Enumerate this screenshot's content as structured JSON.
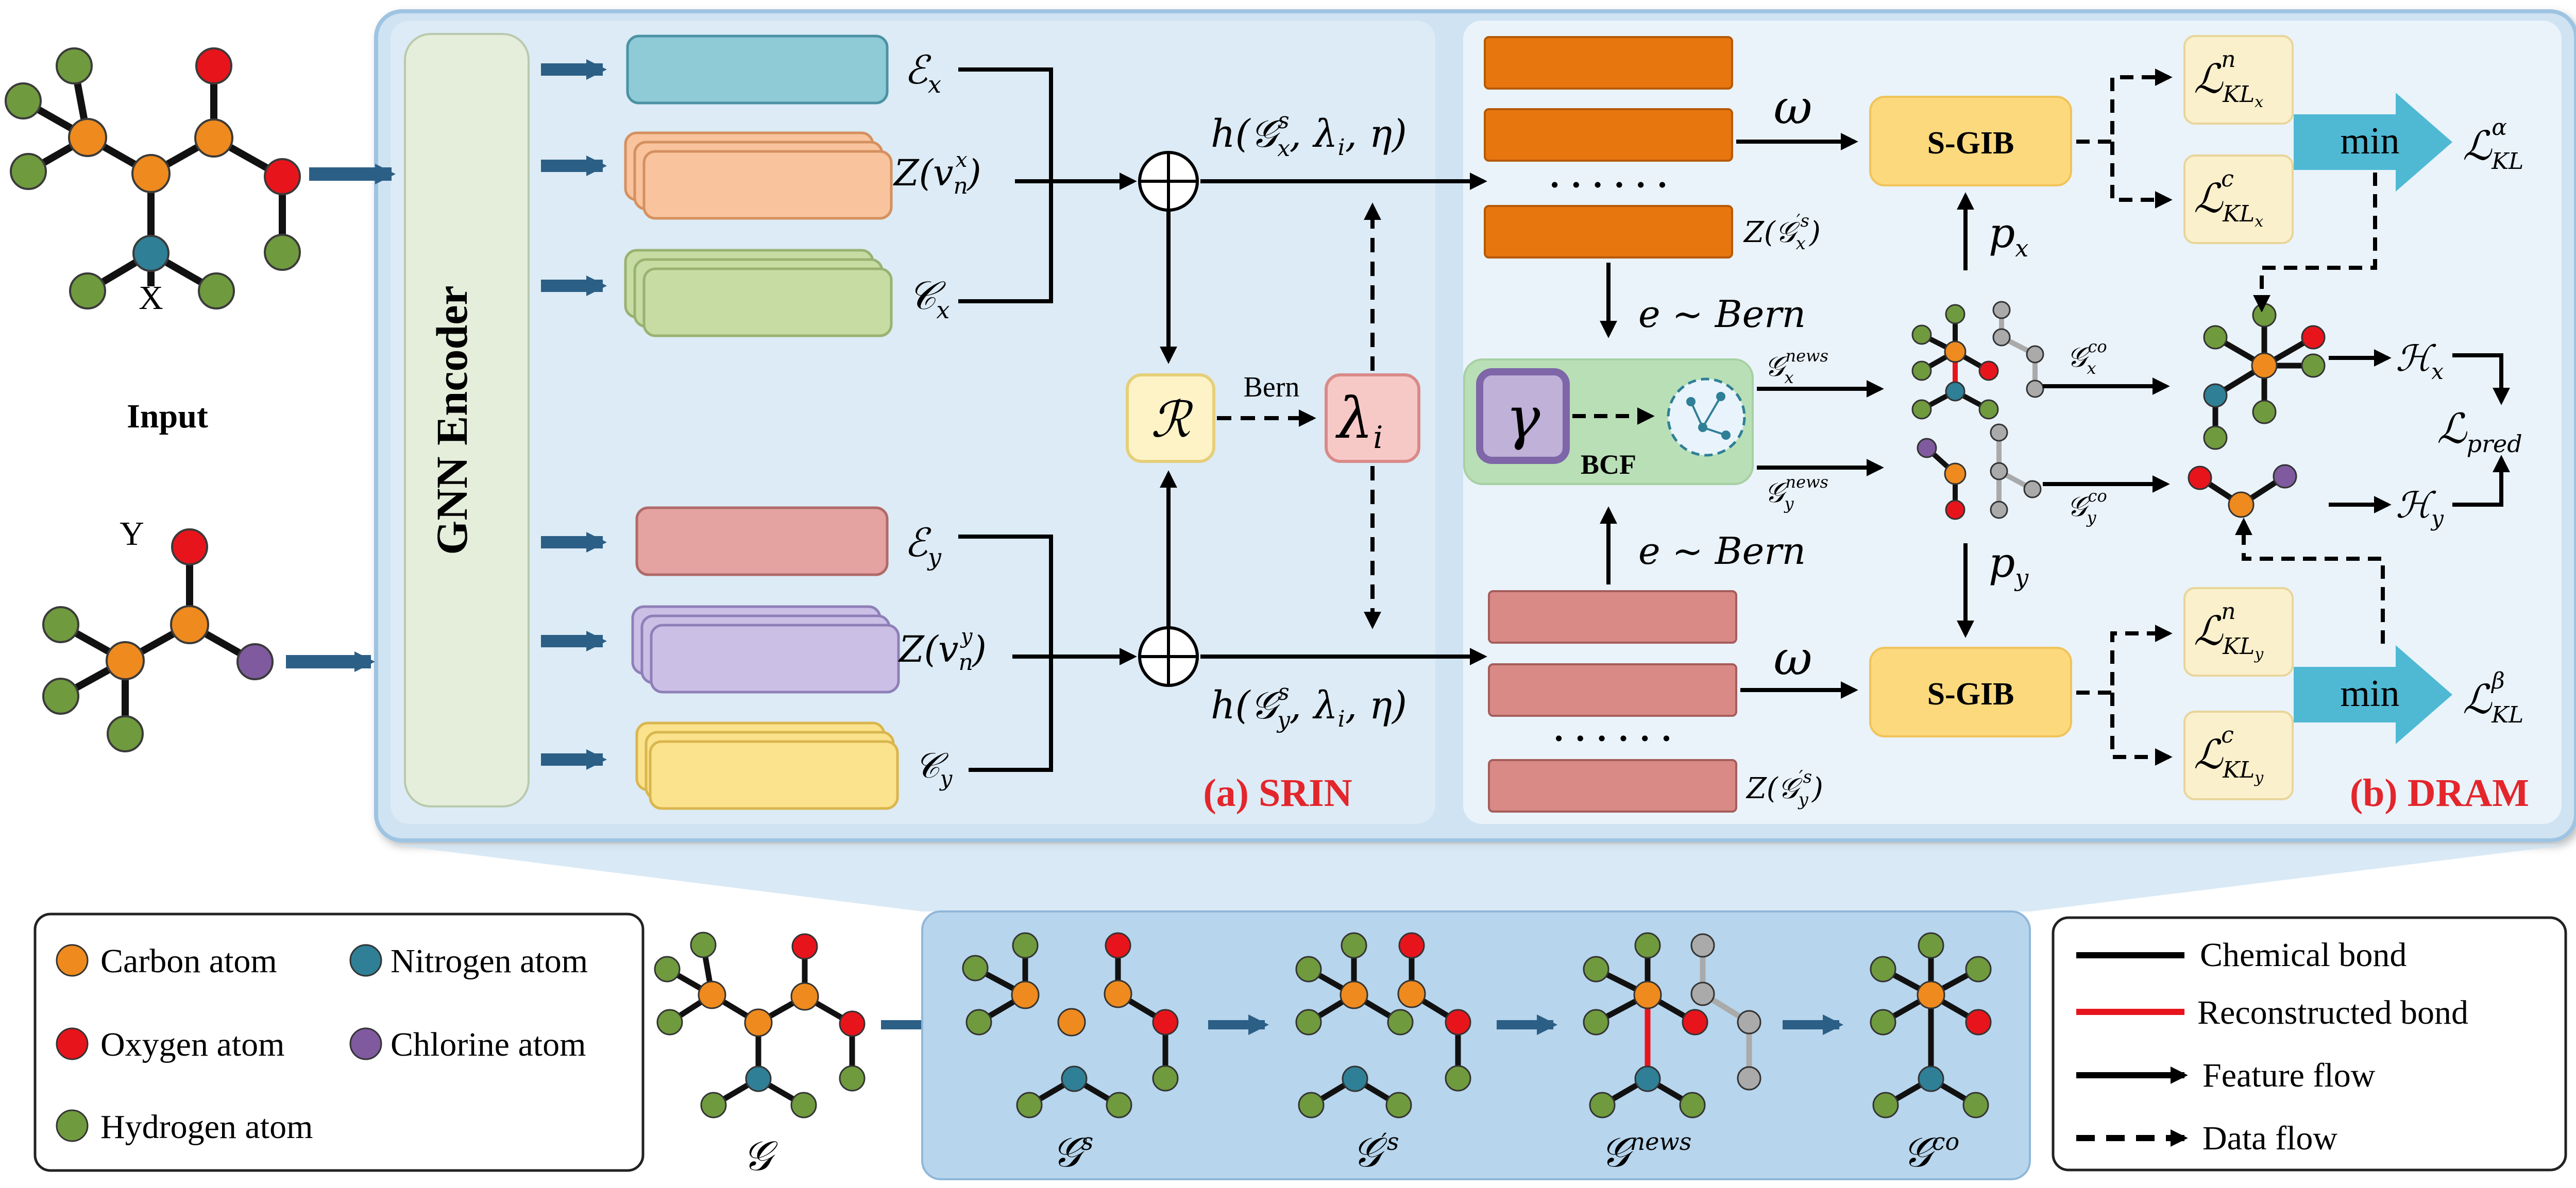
{
  "input": {
    "label": "Input",
    "mol_x_label": "X",
    "mol_y_label": "Y"
  },
  "gnn_encoder_label": "GNN Encoder",
  "srin": {
    "title": "(a) SRIN",
    "ex_label": "ℰ",
    "ex_sub": "x",
    "zx_label": "Z(v",
    "zx_sup": "x",
    "zx_sub": "n",
    "zx_close": ")",
    "cx_label": "𝒞",
    "cx_sub": "x",
    "ey_label": "ℰ",
    "ey_sub": "y",
    "zy_label": "Z(v",
    "zy_sup": "y",
    "zy_sub": "n",
    "zy_close": ")",
    "cy_label": "𝒞",
    "cy_sub": "y",
    "h_top": "h(𝒢",
    "h_top_sup": "s",
    "h_top_sub": "x",
    "h_top_rest": ", λ",
    "h_top_i": "i",
    "h_top_end": ", η)",
    "h_bot": "h(𝒢",
    "h_bot_sup": "s",
    "h_bot_sub": "y",
    "h_bot_rest": ", λ",
    "h_bot_i": "i",
    "h_bot_end": ", η)",
    "r_symbol": "ℛ",
    "bern_label": "Bern",
    "lambda_symbol": "λ",
    "lambda_sub": "i"
  },
  "dram": {
    "title": "(b) DRAM",
    "dots": "· · · · · ·",
    "zgx": "Z(𝒢",
    "zgx_sup": "′s",
    "zgx_sub": "x",
    "zgx_close": ")",
    "zgy": "Z(𝒢",
    "zgy_sup": "′s",
    "zgy_sub": "y",
    "zgy_close": ")",
    "omega": "ω",
    "sgib": "S-GIB",
    "px": "p",
    "px_sub": "x",
    "py": "p",
    "py_sub": "y",
    "e_bern": "e ~ Bern",
    "gamma": "γ",
    "bcf": "BCF",
    "gnews_x": "𝒢",
    "gnews_x_sup": "news",
    "gnews_x_sub": "x",
    "gnews_y": "𝒢",
    "gnews_y_sup": "news",
    "gnews_y_sub": "y",
    "gco_x": "𝒢",
    "gco_x_sup": "co",
    "gco_x_sub": "x",
    "gco_y": "𝒢",
    "gco_y_sup": "co",
    "gco_y_sub": "y",
    "hx": "ℋ",
    "hx_sub": "x",
    "hy": "ℋ",
    "hy_sub": "y",
    "lpred": "ℒ",
    "lpred_sub": "pred",
    "l": "ℒ",
    "lkl_n_sup": "n",
    "lkl_c_sup": "c",
    "lkl_x_sub": "KL",
    "lkl_x_subsub": "x",
    "lkl_y_sub": "KL",
    "lkl_y_subsub": "y",
    "min": "min",
    "l_alpha_sup": "α",
    "l_beta_sup": "β",
    "l_kl_sub": "KL"
  },
  "legend_atoms": {
    "carbon": "Carbon atom",
    "nitrogen": "Nitrogen atom",
    "oxygen": "Oxygen atom",
    "chlorine": "Chlorine atom",
    "hydrogen": "Hydrogen atom"
  },
  "legend_flow": {
    "chemical": "Chemical bond",
    "reconstructed": "Reconstructed bond",
    "feature": "Feature flow",
    "data": "Data flow"
  },
  "bottom": {
    "g": "𝒢",
    "gs": "𝒢",
    "gs_sup": "s",
    "gps": "𝒢",
    "gps_sup": "′s",
    "gnews": "𝒢",
    "gnews_sup": "news",
    "gco": "𝒢",
    "gco_sup": "co"
  },
  "colors": {
    "carbon": "#ee8a1e",
    "nitrogen": "#2f7f96",
    "oxygen": "#e8141c",
    "chlorine": "#7f5a9e",
    "hydrogen": "#6f9a3e",
    "reconstructed": "#e8141c",
    "title_red": "#e3262c",
    "arrow_blue": "#2c5f86"
  }
}
